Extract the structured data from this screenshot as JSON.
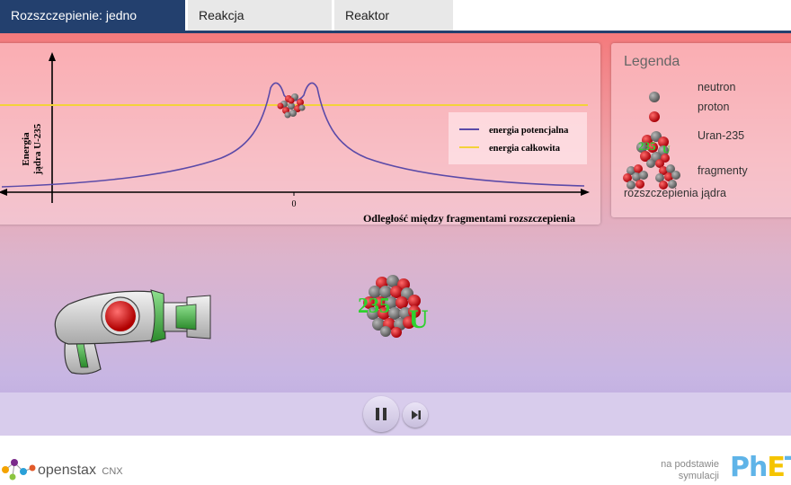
{
  "tabs": [
    {
      "label": "Rozszczepienie: jedno jądro",
      "sign": "−",
      "active": true
    },
    {
      "label": "Reakcja łańcuchowa",
      "sign": "+",
      "active": false
    },
    {
      "label": "Reaktor jądrowy",
      "sign": "+",
      "active": false
    }
  ],
  "chart": {
    "ylabel_line1": "Energia",
    "ylabel_line2": "jądra U-235",
    "xlabel": "Odległość między fragmentami rozszczepienia",
    "x_tick": "0",
    "legend": [
      {
        "name": "energia potencjalna",
        "color": "#5b4aa8"
      },
      {
        "name": "energia całkowita",
        "color": "#f3d23a"
      }
    ]
  },
  "legend": {
    "title": "Legenda",
    "items": [
      "neutron",
      "proton",
      "Uran-235",
      "fragmenty"
    ],
    "caption": "rozszczepienia jądra"
  },
  "nucleus": {
    "mass_number": "235",
    "symbol": "U"
  },
  "colors": {
    "tab_active": "#23406e",
    "neutron": "#7a7a7a",
    "proton": "#e0101a",
    "isotope_label": "#2fd12f"
  },
  "footer": {
    "openstax": "openstax",
    "cnx": "CNX",
    "based_on_line1": "na podstawie",
    "based_on_line2": "symulacji",
    "phet_p": "Ph",
    "phet_e": "E",
    "phet_t": "T"
  }
}
